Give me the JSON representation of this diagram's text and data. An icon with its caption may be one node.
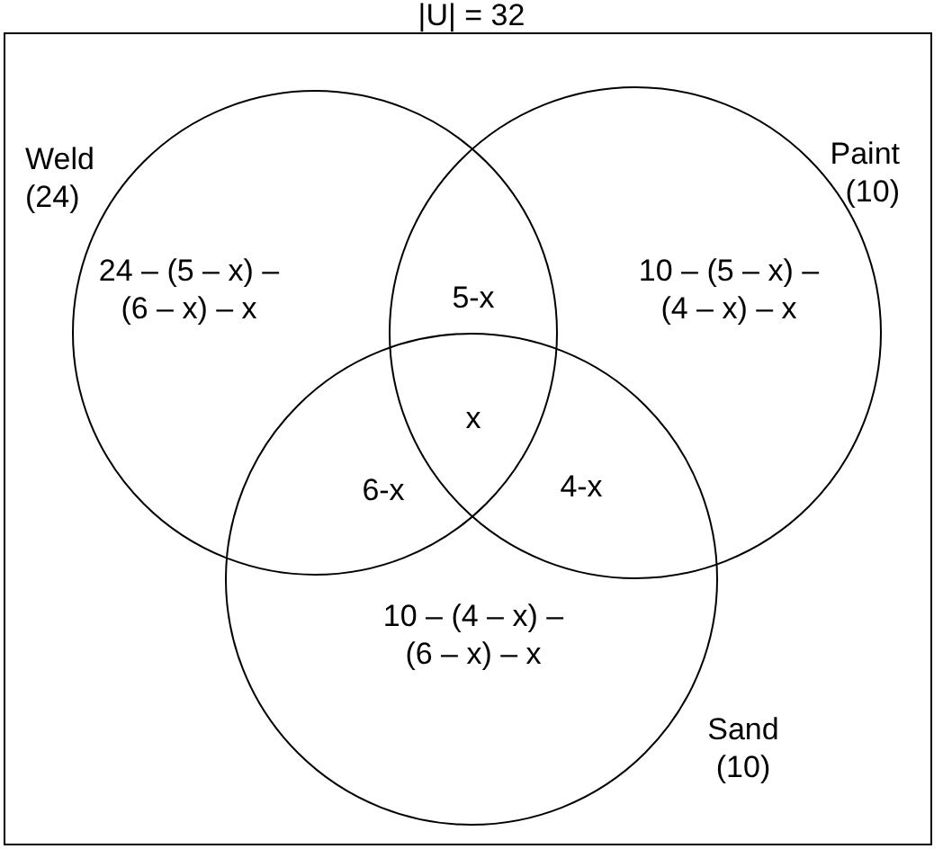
{
  "diagram": {
    "nodes": [
      {
        "text": [
          "|U| = 32"
        ]
      },
      {
        "text": [
          "Weld (24)"
        ],
        "in": 0
      },
      {
        "text": [
          "Paint (10)"
        ],
        "in": 0
      },
      {
        "text": [
          "Sand (10)"
        ],
        "in": 0
      }
    ],
    "labels": [
      "24 – (5 – x) – (6 – x) – x",
      "5-x",
      "10 – (5 – x) – (4 – x) – x",
      "x",
      "6-x",
      "4-x",
      "10 – (4 – x) – (6 – x) – x"
    ]
  }
}
